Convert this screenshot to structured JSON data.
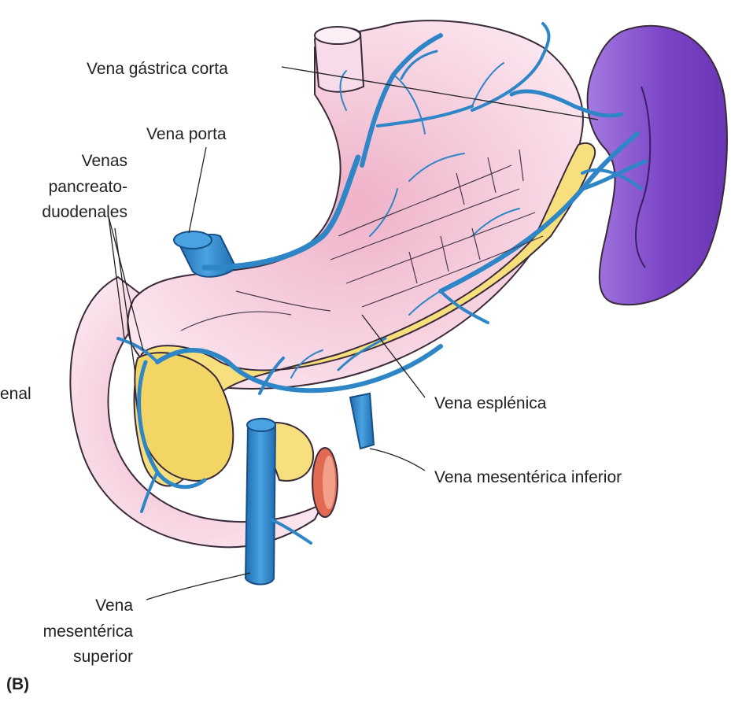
{
  "labels": {
    "short_gastric": "Vena gástrica corta",
    "portal": "Vena porta",
    "pancreatoduodenal_1": "Venas",
    "pancreatoduodenal_2": "pancreato-",
    "pancreatoduodenal_3": "duodenales",
    "partial_left": "enal",
    "splenic": "Vena esplénica",
    "inferior_mesenteric": "Vena mesentérica inferior",
    "superior_mesenteric_1": "Vena",
    "superior_mesenteric_2": "mesentérica",
    "superior_mesenteric_3": "superior",
    "panel": "(B)"
  },
  "colors": {
    "vein": "#2f86c7",
    "vein_dark": "#174f86",
    "organ_fill": "#f7dbea",
    "organ_blush": "#eaa5c0",
    "pancreas": "#f6df7c",
    "spleen": "#7d4bc6",
    "colon_end": "#e26a52",
    "outline": "#3a2a3a"
  }
}
